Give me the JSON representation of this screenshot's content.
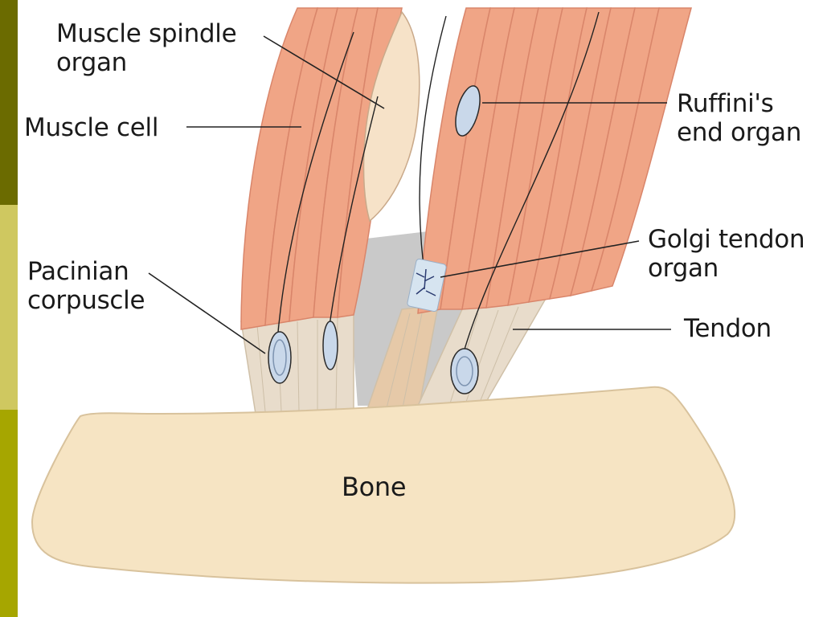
{
  "colors": {
    "sidebar_top": "#6b6b00",
    "sidebar_mid": "#cfc860",
    "sidebar_bottom": "#a6a600",
    "muscle": "#f0a586",
    "muscle_highlight": "#f7c4ac",
    "muscle_stroke": "#d9856a",
    "tendon": "#e8dccb",
    "tendon_stroke": "#cfc0a8",
    "gap": "#c9c9c9",
    "spindle": "#f6e2c8",
    "corpuscle": "#c9d8ea",
    "bone_fill": "#f6e4c3",
    "bone_stroke": "#d8c29c",
    "leader": "#222222"
  },
  "labels": {
    "muscle_spindle": "Muscle spindle\norgan",
    "muscle_cell": "Muscle cell",
    "ruffini": "Ruffini's\nend organ",
    "golgi": "Golgi tendon\norgan",
    "pacinian": "Pacinian\ncorpuscle",
    "tendon": "Tendon",
    "bone": "Bone"
  }
}
